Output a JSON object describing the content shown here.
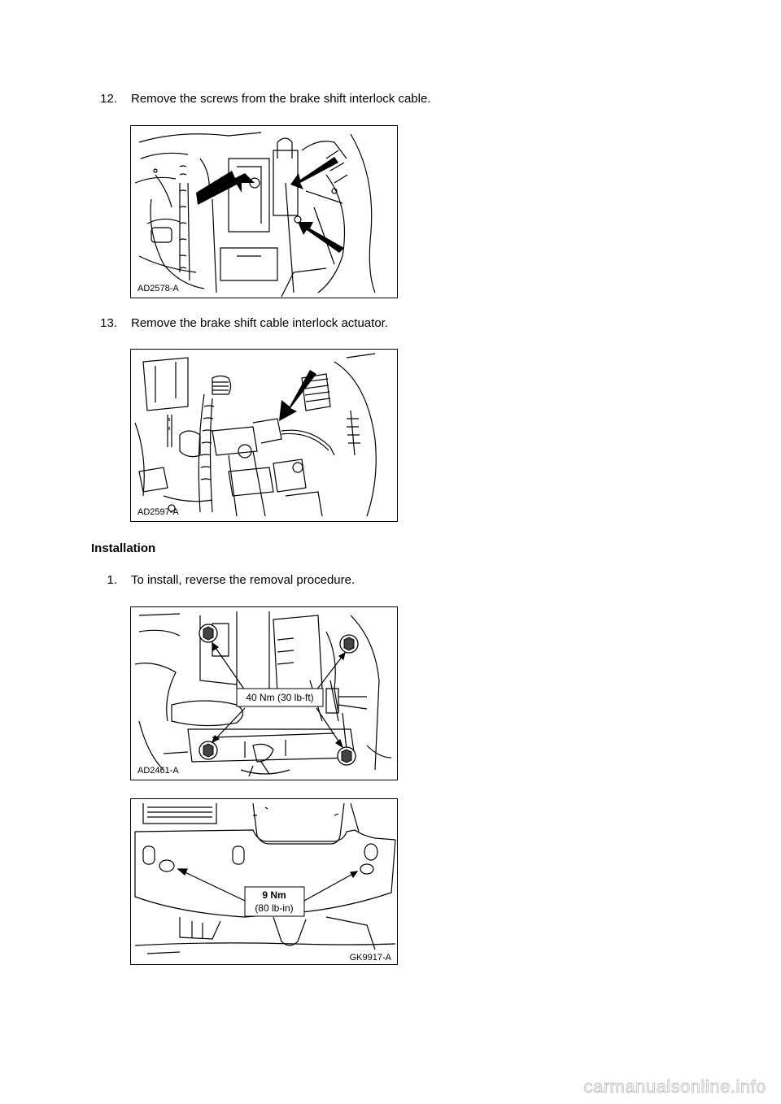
{
  "steps": [
    {
      "number": "12.",
      "text": "Remove the screws from the brake shift interlock cable."
    },
    {
      "number": "13.",
      "text": "Remove the brake shift cable interlock actuator."
    }
  ],
  "section_heading": "Installation",
  "install_steps": [
    {
      "number": "1.",
      "text": "To install, reverse the removal procedure."
    }
  ],
  "figures": [
    {
      "id": "AD2578-A"
    },
    {
      "id": "AD2597-A"
    },
    {
      "id": "AD2461-A",
      "callout": "40 Nm (30 lb-ft)"
    },
    {
      "id": "GK9917-A",
      "callout_line1": "9 Nm",
      "callout_line2": "(80 lb-in)"
    }
  ],
  "watermark": "carmanualsonline.info"
}
